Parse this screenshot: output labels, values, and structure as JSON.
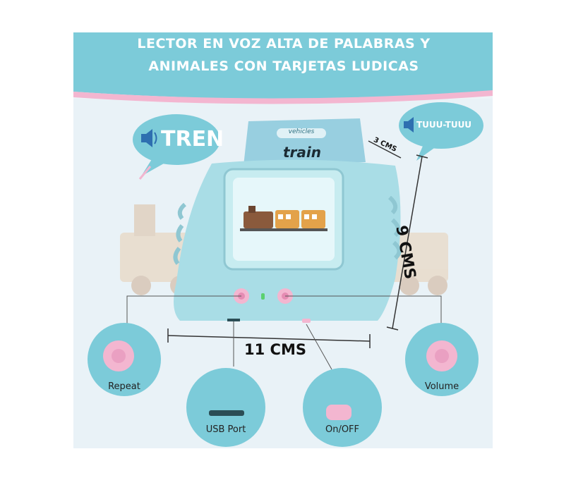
{
  "header": {
    "line1": "LECTOR EN VOZ ALTA DE  PALABRAS Y",
    "line2": "ANIMALES CON TARJETAS LUDICAS"
  },
  "bubble_left": {
    "text": "TREN",
    "icon": "speaker-icon"
  },
  "bubble_right": {
    "text": "TUUU-TUUU",
    "icon": "speaker-icon"
  },
  "card": {
    "category": "vehicles",
    "word": "train"
  },
  "dimensions": {
    "width": "11 CMS",
    "height": "9 CMS",
    "depth": "3 CMS"
  },
  "callouts": {
    "repeat": "Repeat",
    "usb": "USB Port",
    "power": "On/OFF",
    "volume": "Volume"
  },
  "colors": {
    "teal": "#8fd3de",
    "device": "#a9dde6",
    "pink": "#f3b6d0",
    "banner": "#7ccbd9"
  }
}
